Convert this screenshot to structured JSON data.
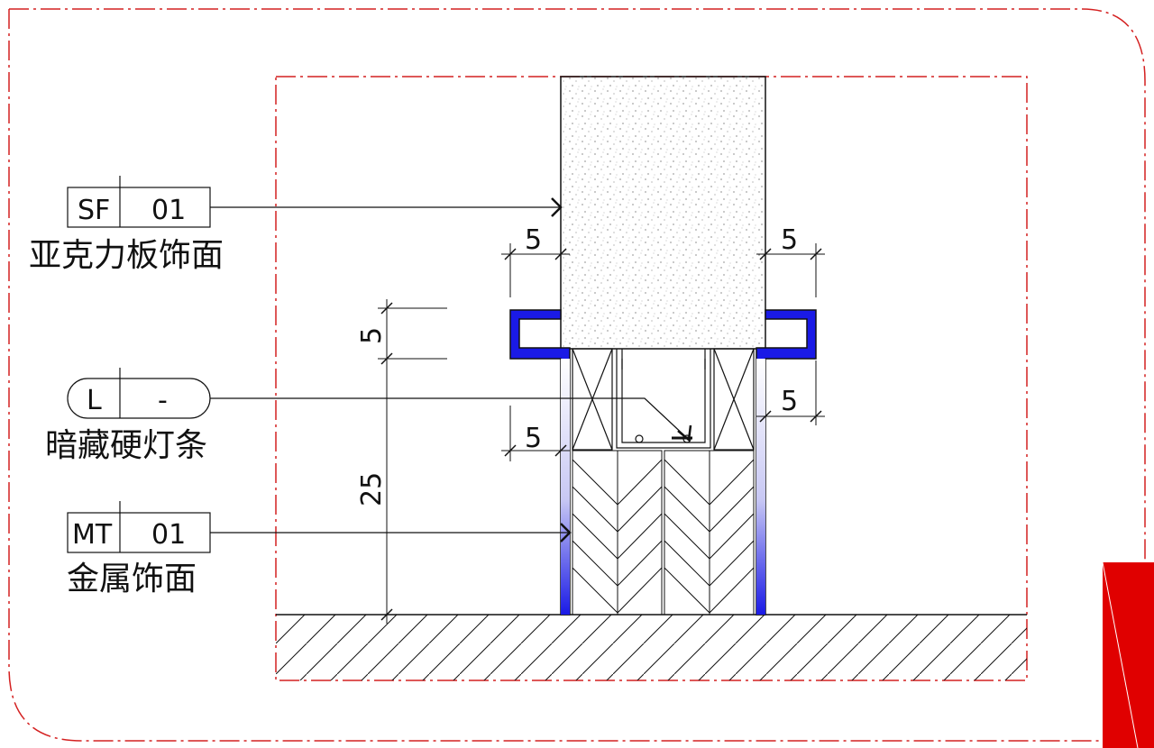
{
  "callouts": [
    {
      "code": "SF",
      "number": "01",
      "label": "亚克力板饰面"
    },
    {
      "code": "L",
      "number": "-",
      "label": "暗藏硬灯条"
    },
    {
      "code": "MT",
      "number": "01",
      "label": "金属饰面"
    }
  ],
  "dimensions": {
    "left_top": "5",
    "right_top": "5",
    "left_mid": "5",
    "right_mid": "5",
    "vertical_small": "5",
    "vertical_total": "25"
  },
  "colors": {
    "border_red": "#d42020",
    "metal_blue": "#1a1ae6",
    "line": "#111111",
    "red_block": "#e00000"
  }
}
